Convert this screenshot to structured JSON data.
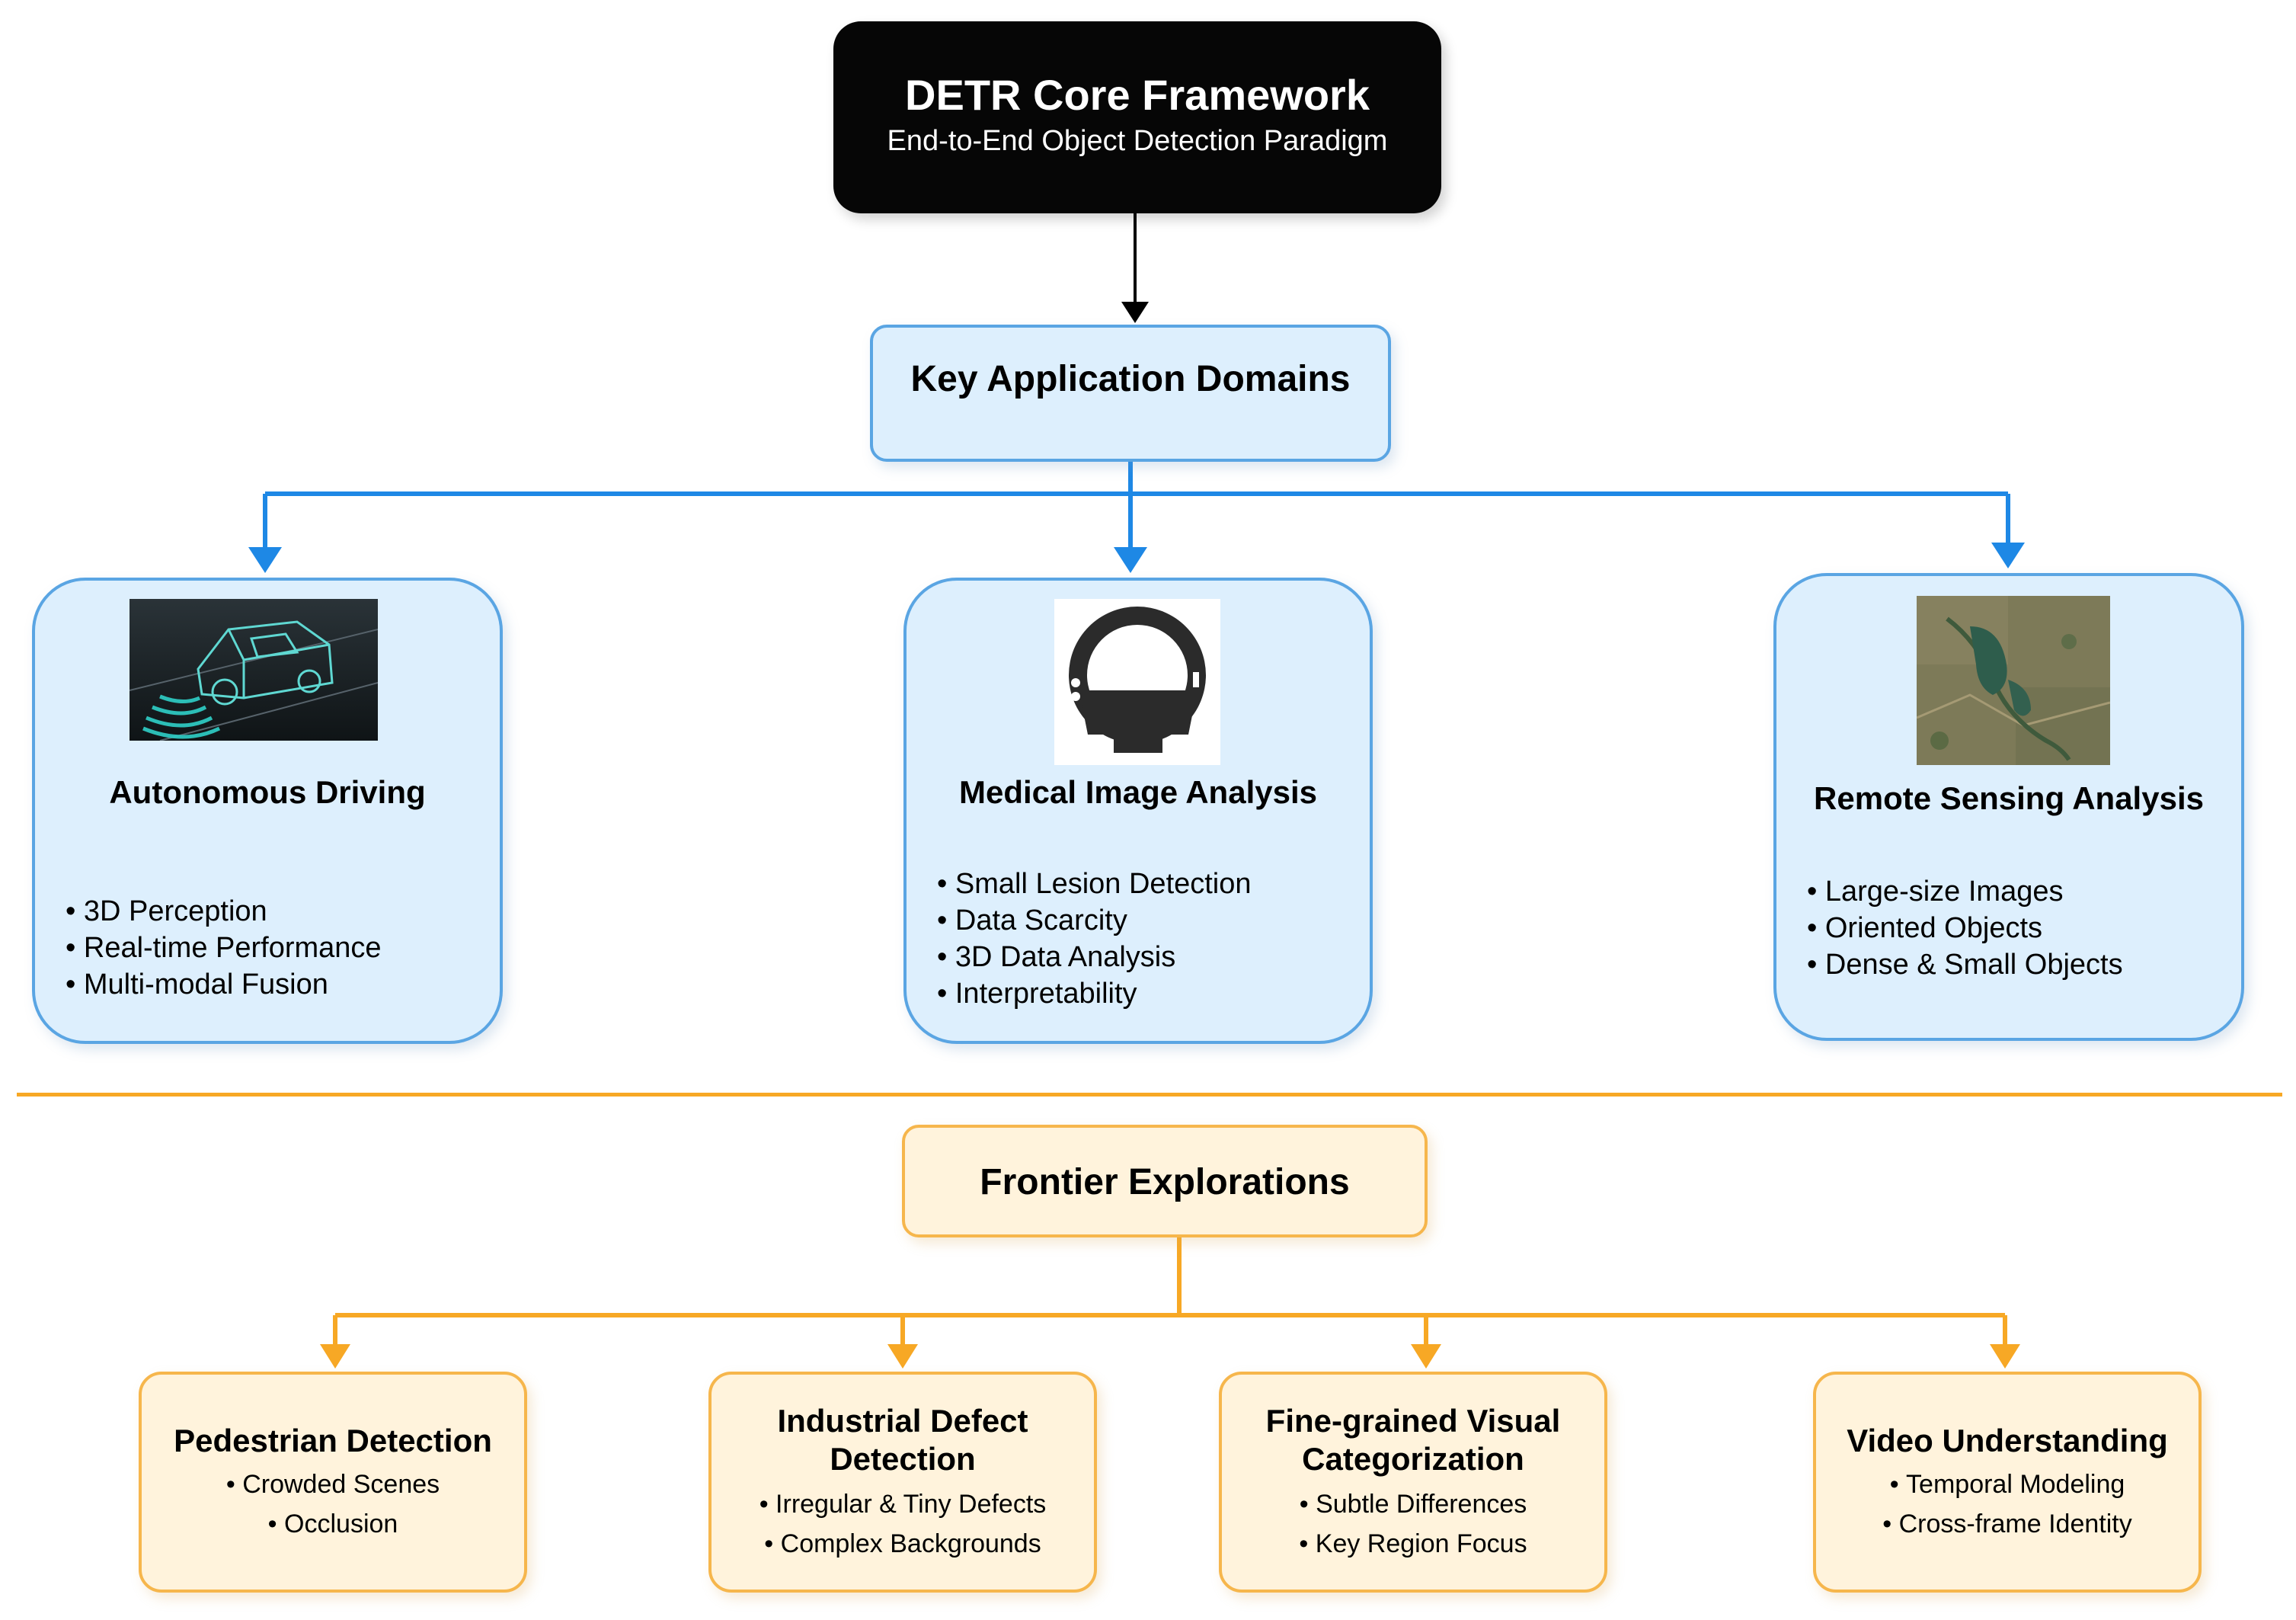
{
  "core": {
    "title": "DETR Core Framework",
    "subtitle": "End-to-End Object Detection Paradigm"
  },
  "application_domains": {
    "title": "Key Application Domains",
    "domains": [
      {
        "title": "Autonomous Driving",
        "image_icon": "car-sensor-waves-image",
        "bullets": [
          "3D Perception",
          "Real-time Performance",
          "Multi-modal Fusion"
        ]
      },
      {
        "title": "Medical Image Analysis",
        "image_icon": "ct-scanner-icon",
        "bullets": [
          "Small Lesion Detection",
          "Data Scarcity",
          "3D Data Analysis",
          "Interpretability"
        ]
      },
      {
        "title": "Remote Sensing Analysis",
        "image_icon": "satellite-terrain-image",
        "bullets": [
          "Large-size Images",
          "Oriented Objects",
          "Dense & Small Objects"
        ]
      }
    ]
  },
  "frontier": {
    "title": "Frontier Explorations",
    "items": [
      {
        "title": "Pedestrian Detection",
        "bullets": [
          "Crowded Scenes",
          "Occlusion"
        ]
      },
      {
        "title": "Industrial Defect Detection",
        "bullets": [
          "Irregular & Tiny Defects",
          "Complex Backgrounds"
        ]
      },
      {
        "title": "Fine-grained Visual Categorization",
        "bullets": [
          "Subtle Differences",
          "Key Region Focus"
        ]
      },
      {
        "title": "Video Understanding",
        "bullets": [
          "Temporal Modeling",
          "Cross-frame Identity"
        ]
      }
    ]
  },
  "colors": {
    "core_fill": "#060606",
    "blue_fill": "#ddeffd",
    "blue_stroke": "#5aa5e3",
    "blue_connector": "#1e88e5",
    "orange_fill": "#fff3dc",
    "orange_stroke": "#f6b64c",
    "orange_connector": "#f7a825"
  }
}
